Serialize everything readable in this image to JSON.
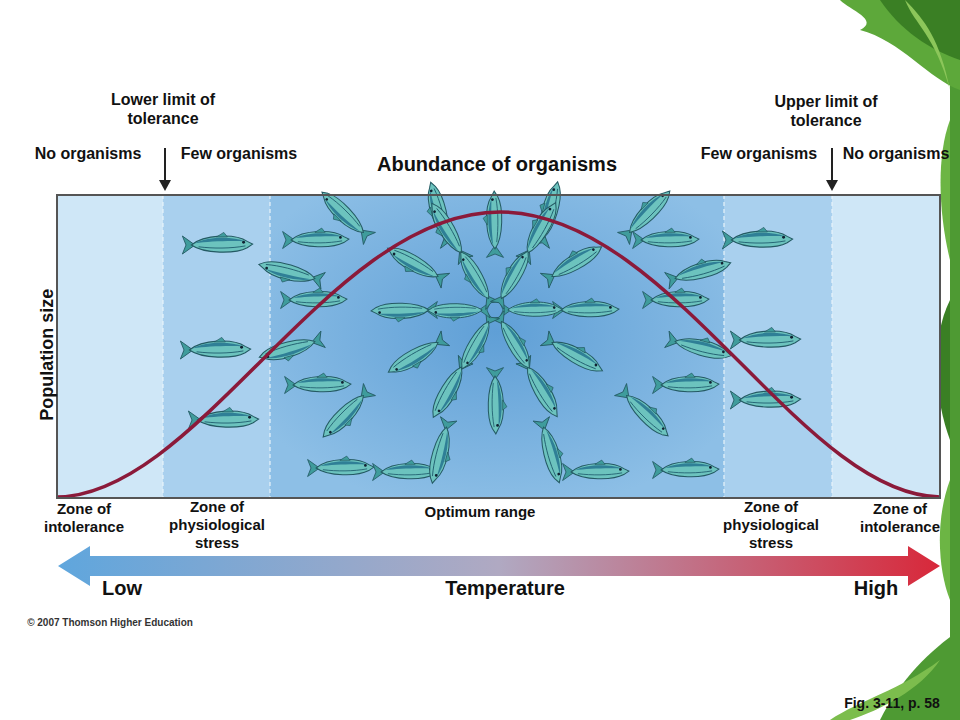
{
  "diagram": {
    "title": "Abundance of organisms",
    "labels": [
      "Lower limit of tolerance",
      "Upper limit of tolerance",
      "No organisms",
      "Few organisms",
      "Few organisms",
      "No organisms",
      "Population size",
      "Zone of intolerance",
      "Zone of physiological stress",
      "Optimum range",
      "Zone of physiological stress",
      "Zone of intolerance",
      "Low",
      "Temperature",
      "High",
      "© 2007 Thomson Higher Education",
      "Fig. 3-11, p. 58"
    ]
  }
}
